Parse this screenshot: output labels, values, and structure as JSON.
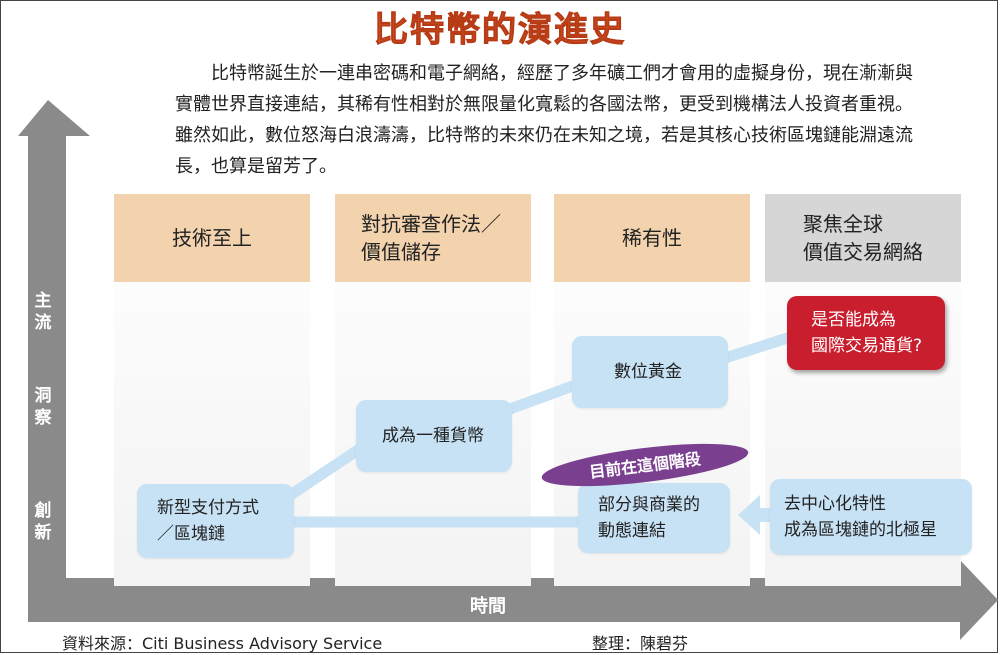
{
  "title": "比特幣的演進史",
  "intro": "比特幣誕生於一連串密碼和電子網絡，經歷了多年礦工們才會用的虛擬身份，現在漸漸與實體世界直接連結，其稀有性相對於無限量化寬鬆的各國法幣，更受到機構法人投資者重視。雖然如此，數位怒海白浪濤濤，比特幣的未來仍在未知之境，若是其核心技術區塊鏈能淵遠流長，也算是留芳了。",
  "columns": [
    {
      "line1": "技術至上",
      "line2": ""
    },
    {
      "line1": "對抗審查作法／",
      "line2": "價值儲存"
    },
    {
      "line1": "稀有性",
      "line2": ""
    },
    {
      "line1": "聚焦全球",
      "line2": "價值交易網絡"
    }
  ],
  "y_axis": {
    "top": "主流",
    "middle": "洞察",
    "bottom": "創新"
  },
  "x_axis": {
    "label": "時間"
  },
  "nodes": {
    "new_payment": {
      "line1": "新型支付方式",
      "line2": "／區塊鏈"
    },
    "currency": {
      "line1": "成為一種貨幣",
      "line2": ""
    },
    "digital_gold": {
      "line1": "數位黃金",
      "line2": ""
    },
    "intl_currency": {
      "line1": "是否能成為",
      "line2": "國際交易通貨?"
    },
    "dynamic_link": {
      "line1": "部分與商業的",
      "line2": "動態連結"
    },
    "decentral": {
      "line1": "去中心化特性",
      "line2": "成為區塊鏈的北極星"
    }
  },
  "current_stage": "目前在這個階段",
  "footer": {
    "source": "資料來源：Citi Business Advisory Service",
    "editor": "整理：陳碧芬"
  },
  "colors": {
    "title": "#d9562a",
    "axis": "#8a8a8a",
    "header": "#f3d3ae",
    "header_grey": "#d6d6d6",
    "node": "#c7e1f5",
    "red_node": "#c81e2d",
    "badge": "#7a3f8f"
  }
}
